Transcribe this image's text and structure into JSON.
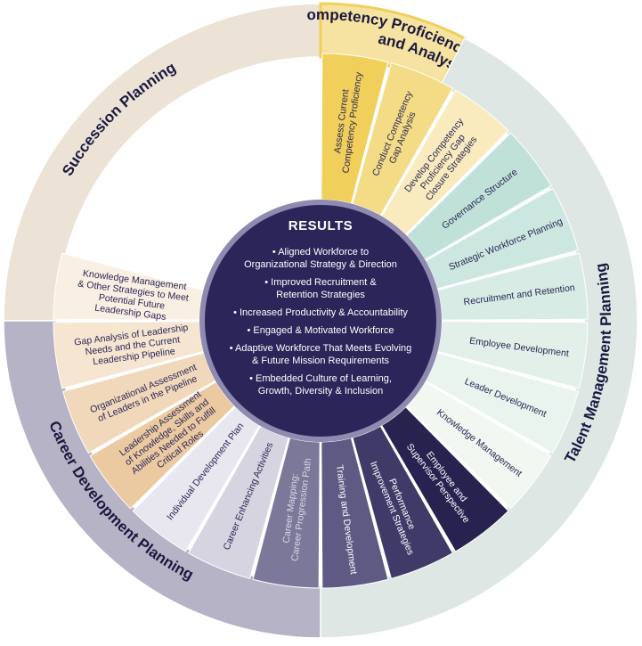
{
  "outer_bands": [
    {
      "id": "succession",
      "label": "Succession Planning",
      "color": "#ece3d6"
    },
    {
      "id": "competency",
      "label": "Competency Proficiency Assessment and Analysis",
      "color": "#f6e3a2"
    },
    {
      "id": "talent",
      "label": "Talent Management Planning",
      "color": "#dfe7e5"
    },
    {
      "id": "career",
      "label": "Career Development Planning",
      "color": "#b7b3c6"
    }
  ],
  "segments": [
    {
      "id": "assess-current",
      "band": "competency",
      "lines": [
        "Assess Current",
        "Competency Proficiency"
      ],
      "color": "#f0cf5a",
      "text_color": "#2b2755"
    },
    {
      "id": "conduct-gap",
      "band": "competency",
      "lines": [
        "Conduct Competency",
        "Gap Analysis"
      ],
      "color": "#f4db86",
      "text_color": "#2b2755"
    },
    {
      "id": "develop-strategies",
      "band": "competency",
      "lines": [
        "Develop Competency",
        "Proficiency Gap",
        "Closure Strategies"
      ],
      "color": "#f9ebbd",
      "text_color": "#2b2755"
    },
    {
      "id": "governance",
      "band": "talent",
      "lines": [
        "Governance Structure"
      ],
      "color": "#bfe1d8",
      "text_color": "#2b2755"
    },
    {
      "id": "strategic-workforce",
      "band": "talent",
      "lines": [
        "Strategic Workforce Planning"
      ],
      "color": "#cce7df",
      "text_color": "#2b2755"
    },
    {
      "id": "recruitment-retention",
      "band": "talent",
      "lines": [
        "Recruitment and Retention"
      ],
      "color": "#d8ece5",
      "text_color": "#2b2755"
    },
    {
      "id": "employee-development",
      "band": "talent",
      "lines": [
        "Employee Development"
      ],
      "color": "#e2f0e9",
      "text_color": "#2b2755"
    },
    {
      "id": "leader-development",
      "band": "talent",
      "lines": [
        "Leader Development"
      ],
      "color": "#eaf4ee",
      "text_color": "#2b2755"
    },
    {
      "id": "knowledge-management",
      "band": "talent",
      "lines": [
        "Knowledge Management"
      ],
      "color": "#f1f7f1",
      "text_color": "#2b2755"
    },
    {
      "id": "employee-supervisor",
      "band": "career",
      "lines": [
        "Employee and",
        "Supervisor Perspective"
      ],
      "color": "#27224f",
      "text_color": "#ffffff"
    },
    {
      "id": "performance-improvement",
      "band": "career",
      "lines": [
        "Performance",
        "Improvement Strategies"
      ],
      "color": "#3f3a68",
      "text_color": "#ffffff"
    },
    {
      "id": "training-development",
      "band": "career",
      "lines": [
        "Training and Development"
      ],
      "color": "#5e5a84",
      "text_color": "#ffffff"
    },
    {
      "id": "career-mapping",
      "band": "career",
      "lines": [
        "Career Mapping:",
        "Career Progression Path"
      ],
      "color": "#7b7899",
      "text_color": "#d9d7e4"
    },
    {
      "id": "career-enhancing",
      "band": "career",
      "lines": [
        "Career Enhancing Activities"
      ],
      "color": "#d6d4e0",
      "text_color": "#2b2755"
    },
    {
      "id": "individual-development",
      "band": "career",
      "lines": [
        "Individual Development Plan"
      ],
      "color": "#e8e6ef",
      "text_color": "#2b2755"
    },
    {
      "id": "leadership-assessment",
      "band": "succession",
      "lines": [
        "Leadership Assessment",
        "of Knowledge, Skills and",
        "Abilities Needed to Fulfill",
        "Critical Roles"
      ],
      "color": "#ebc9a1",
      "text_color": "#2b2755"
    },
    {
      "id": "organizational-assessment",
      "band": "succession",
      "lines": [
        "Organizational Assessment",
        "of Leaders in the Pipeline"
      ],
      "color": "#f1d8bb",
      "text_color": "#2b2755"
    },
    {
      "id": "gap-analysis-leadership",
      "band": "succession",
      "lines": [
        "Gap Analysis of Leadership",
        "Needs and the Current",
        "Leadership Pipeline"
      ],
      "color": "#f6e5d1",
      "text_color": "#2b2755"
    },
    {
      "id": "knowledge-management-strategies",
      "band": "succession",
      "lines": [
        "Knowledge Management",
        "& Other Strategies to Meet",
        "Potential Future",
        "Leadership Gaps"
      ],
      "color": "#faefe3",
      "text_color": "#2b2755"
    }
  ],
  "center": {
    "title": "RESULTS",
    "color": "#2b2559",
    "ring_color": "#8f8bb0",
    "items": [
      [
        "• Aligned Workforce to",
        "Organizational Strategy & Direction"
      ],
      [
        "• Improved Recruitment &",
        "Retention Strategies"
      ],
      [
        "• Increased Productivity & Accountability"
      ],
      [
        "• Engaged & Motivated Workforce"
      ],
      [
        "• Adaptive Workforce That Meets Evolving",
        "& Future Mission Requirements"
      ],
      [
        "• Embedded Culture of Learning,",
        "Growth, Diversity & Inclusion"
      ]
    ]
  }
}
